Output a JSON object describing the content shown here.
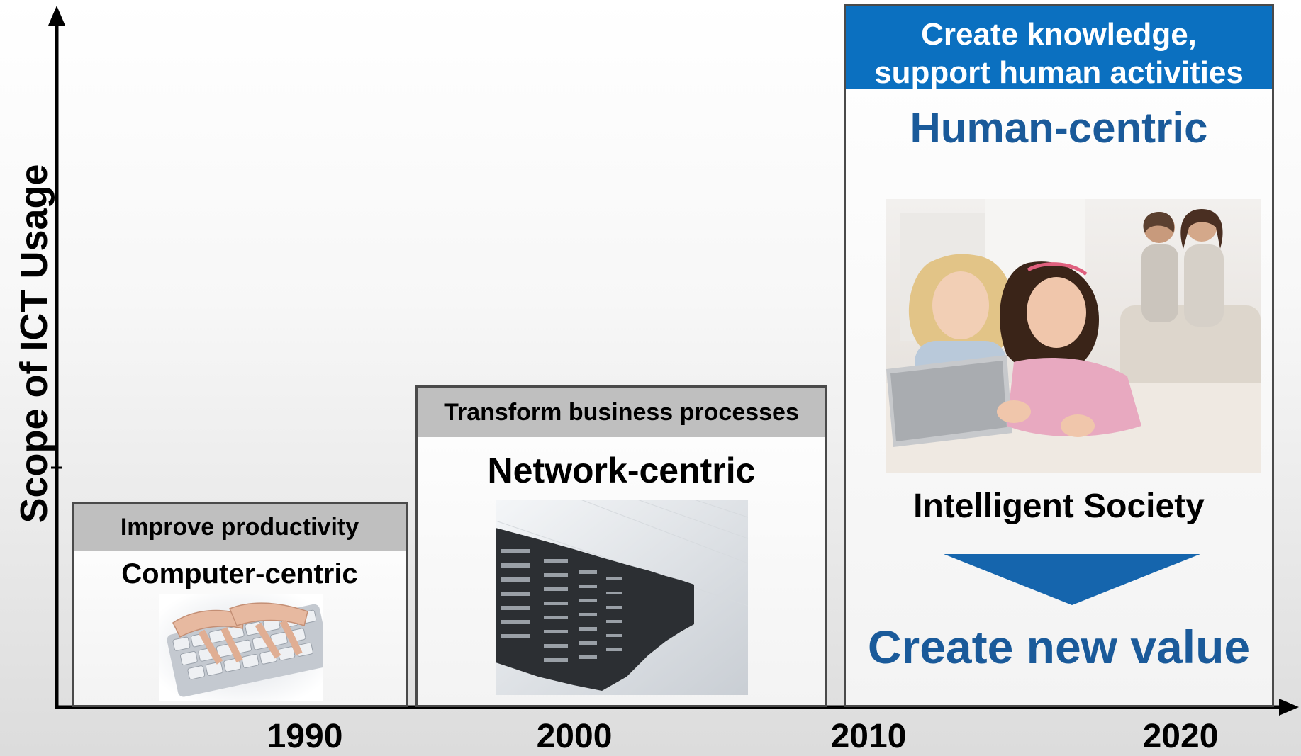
{
  "axis": {
    "y_label": "Scope of ICT Usage",
    "years": [
      "1990",
      "2000",
      "2010",
      "2020"
    ]
  },
  "eras": [
    {
      "header": "Improve productivity",
      "title": "Computer-centric",
      "image": "keyboard-typing-photo"
    },
    {
      "header": "Transform business processes",
      "title": "Network-centric",
      "image": "server-racks-photo"
    },
    {
      "header": "Create knowledge, support human activities",
      "header_lines": [
        "Create knowledge,",
        "support human activities"
      ],
      "title": "Human-centric",
      "image": "family-with-tablet-photo",
      "caption": "Intelligent Society",
      "result": "Create new value"
    }
  ],
  "colors": {
    "accent_blue": "#0b70c0",
    "title_blue": "#1a5a9a",
    "header_gray": "#bfbfbf"
  }
}
